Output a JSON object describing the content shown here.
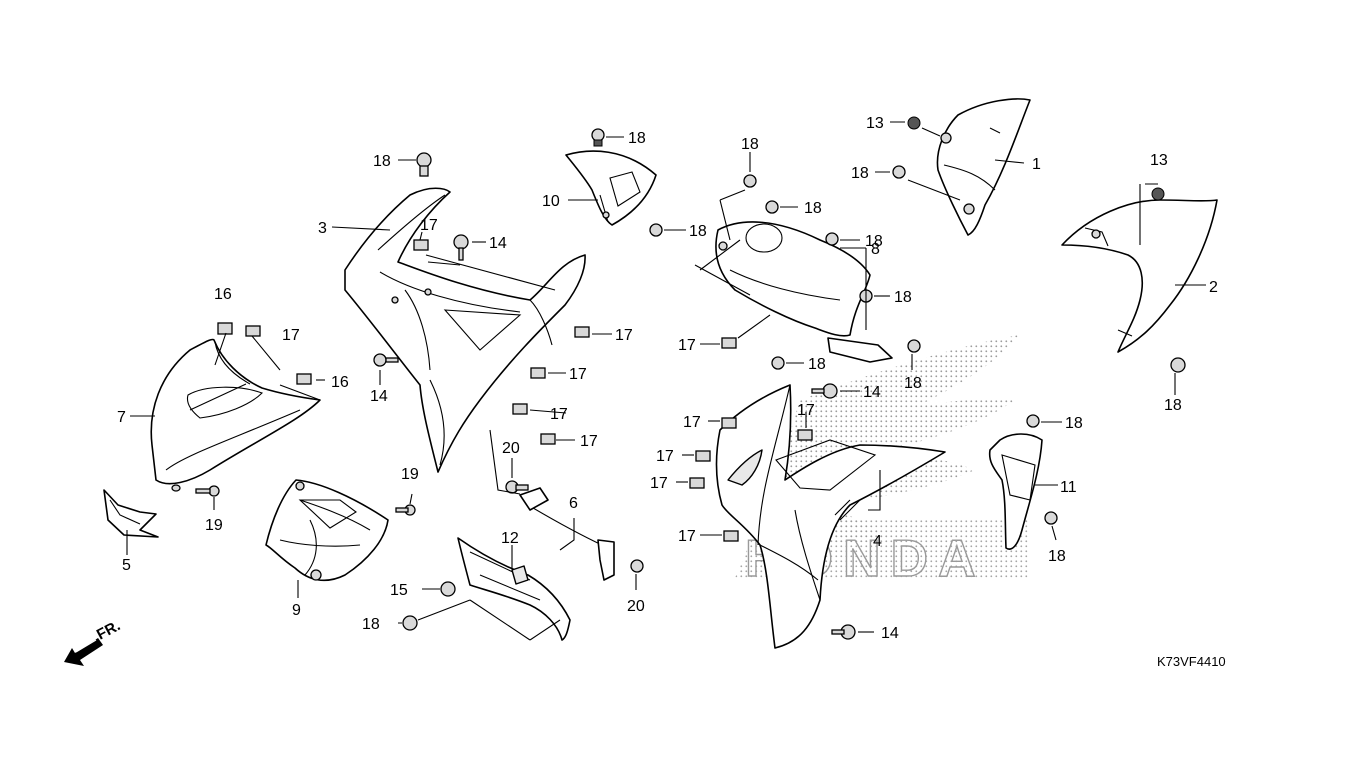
{
  "diagram": {
    "drawing_code": "K73VF4410",
    "direction_label": "FR.",
    "watermark": "HONDA",
    "callouts": {
      "c1": "1",
      "c2": "2",
      "c3": "3",
      "c4": "4",
      "c5": "5",
      "c6": "6",
      "c7": "7",
      "c8": "8",
      "c9": "9",
      "c10": "10",
      "c11": "11",
      "c12": "12",
      "c13a": "13",
      "c13b": "13",
      "c14a": "14",
      "c14b": "14",
      "c14c": "14",
      "c14d": "14",
      "c15": "15",
      "c16a": "16",
      "c16b": "16",
      "c17a": "17",
      "c17b": "17",
      "c17c": "17",
      "c17d": "17",
      "c17e": "17",
      "c17f": "17",
      "c17g": "17",
      "c17h": "17",
      "c17i": "17",
      "c17j": "17",
      "c17k": "17",
      "c17l": "17",
      "c18a": "18",
      "c18b": "18",
      "c18c": "18",
      "c18d": "18",
      "c18e": "18",
      "c18f": "18",
      "c18g": "18",
      "c18h": "18",
      "c18i": "18",
      "c18j": "18",
      "c18k": "18",
      "c18l": "18",
      "c18m": "18",
      "c18n": "18",
      "c18o": "18",
      "c18p": "18",
      "c19a": "19",
      "c19b": "19",
      "c20a": "20",
      "c20b": "20"
    }
  }
}
